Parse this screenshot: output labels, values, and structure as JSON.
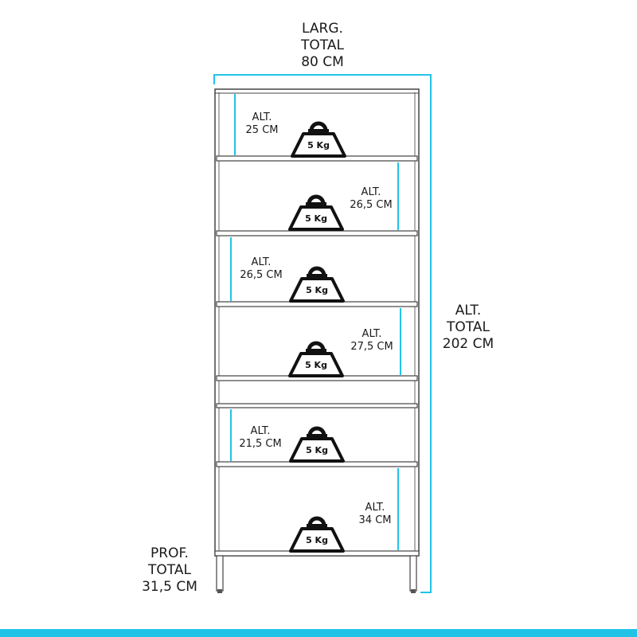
{
  "colors": {
    "accent": "#22c3e6",
    "line": "#333333",
    "weight": "#111111"
  },
  "total_width": {
    "lines": [
      "LARG.",
      "TOTAL",
      "80 CM"
    ]
  },
  "total_height": {
    "lines": [
      "ALT.",
      "TOTAL",
      "202 CM"
    ]
  },
  "total_depth": {
    "lines": [
      "PROF.",
      "TOTAL",
      "31,5 CM"
    ]
  },
  "shelves": [
    {
      "label": [
        "ALT.",
        "25 CM"
      ],
      "side": "left",
      "weight": "5 Kg"
    },
    {
      "label": [
        "ALT.",
        "26,5 CM"
      ],
      "side": "right",
      "weight": "5 Kg"
    },
    {
      "label": [
        "ALT.",
        "26,5 CM"
      ],
      "side": "left",
      "weight": "5 Kg"
    },
    {
      "label": [
        "ALT.",
        "27,5 CM"
      ],
      "side": "right",
      "weight": "5 Kg"
    },
    {
      "label": [
        "ALT.",
        "21,5 CM"
      ],
      "side": "left",
      "weight": "5 Kg"
    },
    {
      "label": [
        "ALT.",
        "34 CM"
      ],
      "side": "right",
      "weight": "5 Kg"
    }
  ]
}
